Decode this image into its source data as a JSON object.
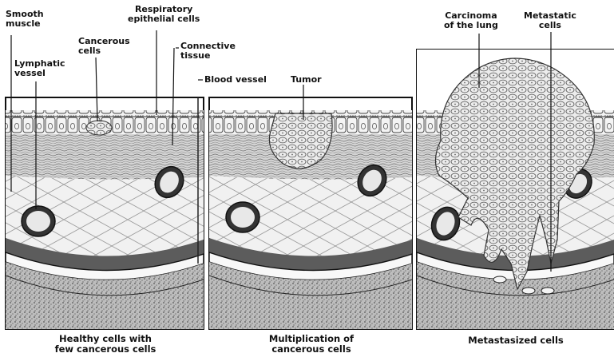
{
  "labels": {
    "smooth_muscle": "Smooth\nmuscle",
    "respiratory_epithelial": "Respiratory\nepithelial cells",
    "cancerous_cells": "Cancerous\ncells",
    "connective_tissue": "Connective\ntissue",
    "lymphatic_vessel": "Lymphatic\nvessel",
    "blood_vessel": "Blood vessel",
    "tumor": "Tumor",
    "carcinoma_lung": "Carcinoma\nof the lung",
    "metastatic_cells": "Metastatic\ncells"
  },
  "captions": {
    "panel1": "Healthy cells with\nfew cancerous cells",
    "panel2": "Multiplication of\ncancerous cells",
    "panel3": "Metastasized cells"
  }
}
